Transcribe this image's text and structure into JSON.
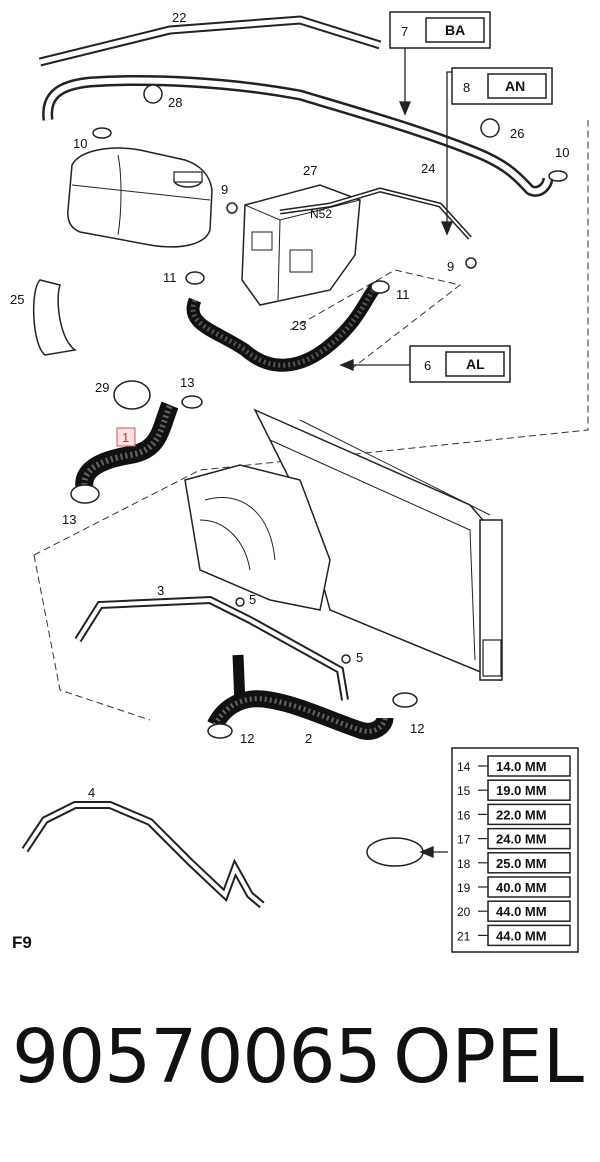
{
  "figure_label": "F9",
  "part_number": "90570065",
  "brand": "OPEL",
  "highlighted_callout": "1",
  "callouts": {
    "c2": "2",
    "c3": "3",
    "c4": "4",
    "c5a": "5",
    "c5b": "5",
    "c6": "6",
    "c7": "7",
    "c8": "8",
    "c9a": "9",
    "c9b": "9",
    "c10a": "10",
    "c10b": "10",
    "c11a": "11",
    "c11b": "11",
    "c12a": "12",
    "c12b": "12",
    "c13a": "13",
    "c13b": "13",
    "c22": "22",
    "c23": "23",
    "c24": "24",
    "c25": "25",
    "c26": "26",
    "c27": "27",
    "c28": "28",
    "c29": "29"
  },
  "box_labels": {
    "ba": "BA",
    "an": "AN",
    "al": "AL"
  },
  "tank_marking": "N52",
  "clamp_sizes": [
    {
      "num": "14",
      "size": "14.0 MM"
    },
    {
      "num": "15",
      "size": "19.0 MM"
    },
    {
      "num": "16",
      "size": "22.0 MM"
    },
    {
      "num": "17",
      "size": "24.0 MM"
    },
    {
      "num": "18",
      "size": "25.0 MM"
    },
    {
      "num": "19",
      "size": "40.0 MM"
    },
    {
      "num": "20",
      "size": "44.0 MM"
    },
    {
      "num": "21",
      "size": "44.0 MM"
    }
  ]
}
